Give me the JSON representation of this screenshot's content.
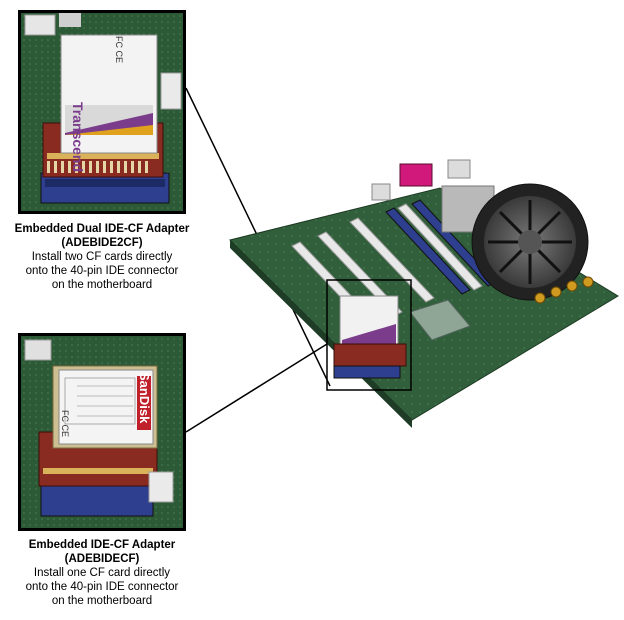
{
  "adapters": [
    {
      "title": "Embedded Dual IDE-CF Adapter",
      "model": "(ADEBIDE2CF)",
      "desc": [
        "Install two CF cards directly",
        "onto the 40-pin IDE connector",
        "on the motherboard"
      ],
      "card_brand": "Transcend",
      "card_marks": "FC CE"
    },
    {
      "title": "Embedded IDE-CF Adapter",
      "model": "(ADEBIDECF)",
      "desc": [
        "Install one CF card directly",
        "onto the 40-pin IDE connector",
        "on the motherboard"
      ],
      "card_brand": "SanDisk",
      "card_marks": "FC CE"
    }
  ]
}
